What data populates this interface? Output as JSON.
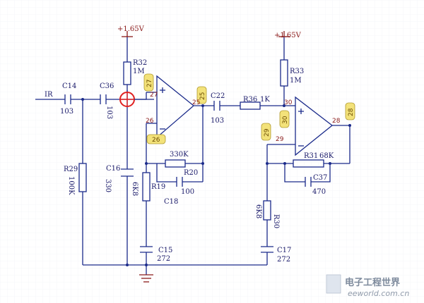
{
  "power": {
    "label": "+1.65V"
  },
  "labels": {
    "input": "IR"
  },
  "parts": {
    "c14": {
      "ref": "C14",
      "value": "103"
    },
    "c36": {
      "ref": "C36",
      "value": "103"
    },
    "r32": {
      "ref": "R32",
      "value": "1M"
    },
    "r29": {
      "ref": "R29",
      "value": "100K"
    },
    "c16": {
      "ref": "C16",
      "value": "330"
    },
    "r19": {
      "ref": "R19",
      "value": "6K8"
    },
    "r20": {
      "ref": "R20",
      "value": "330K"
    },
    "c18": {
      "ref": "C18",
      "value": "100"
    },
    "c15": {
      "ref": "C15",
      "value": "272"
    },
    "c22": {
      "ref": "C22",
      "value": "103"
    },
    "r36": {
      "ref": "R36",
      "value": "1K"
    },
    "r33": {
      "ref": "R33",
      "value": "1M"
    },
    "r31": {
      "ref": "R31",
      "value": "68K"
    },
    "c37": {
      "ref": "C37",
      "value": "470"
    },
    "r30": {
      "ref": "R30",
      "value": "6K8"
    },
    "c17": {
      "ref": "C17",
      "value": "272"
    }
  },
  "pins": {
    "p27": "27",
    "p26": "26",
    "p25": "25",
    "p30": "30",
    "p29": "29",
    "p28": "28"
  },
  "nets": {
    "n27": "27",
    "n25": "25",
    "n26": "26",
    "n30": "30",
    "n29": "29",
    "n28": "28"
  },
  "watermark": {
    "cn": "电子工程世界",
    "en": "eeworld.com.cn"
  },
  "colors": {
    "wire": "#1a2a8a",
    "power": "#8a1a1a",
    "highlight": "#e02020",
    "flag": "#f3e27a"
  }
}
